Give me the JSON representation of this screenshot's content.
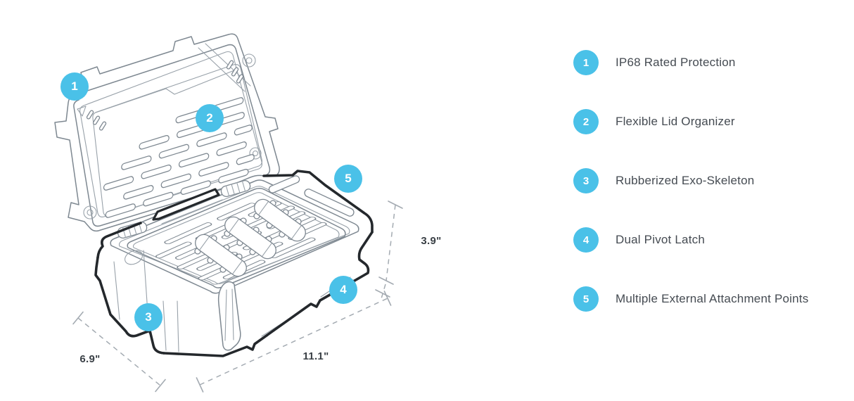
{
  "page": {
    "background": "#ffffff"
  },
  "diagram": {
    "type": "product-feature-diagram",
    "subject": "Rugged protective case shown open: vented lid organizer panel, interior tray with straps, rubberized shell",
    "accent_color": "#4ac1e8",
    "line_color": "#7e8891",
    "dark_line_color": "#24282c",
    "dimension_line_color": "#a4abb2",
    "dimensions": {
      "depth": {
        "label": "6.9\""
      },
      "length": {
        "label": "11.1\""
      },
      "height": {
        "label": "3.9\""
      }
    }
  },
  "callouts": [
    {
      "number": "1",
      "label": "IP68 Rated Protection"
    },
    {
      "number": "2",
      "label": "Flexible Lid Organizer"
    },
    {
      "number": "3",
      "label": "Rubberized Exo-Skeleton"
    },
    {
      "number": "4",
      "label": "Dual Pivot Latch"
    },
    {
      "number": "5",
      "label": "Multiple External Attachment Points"
    }
  ]
}
